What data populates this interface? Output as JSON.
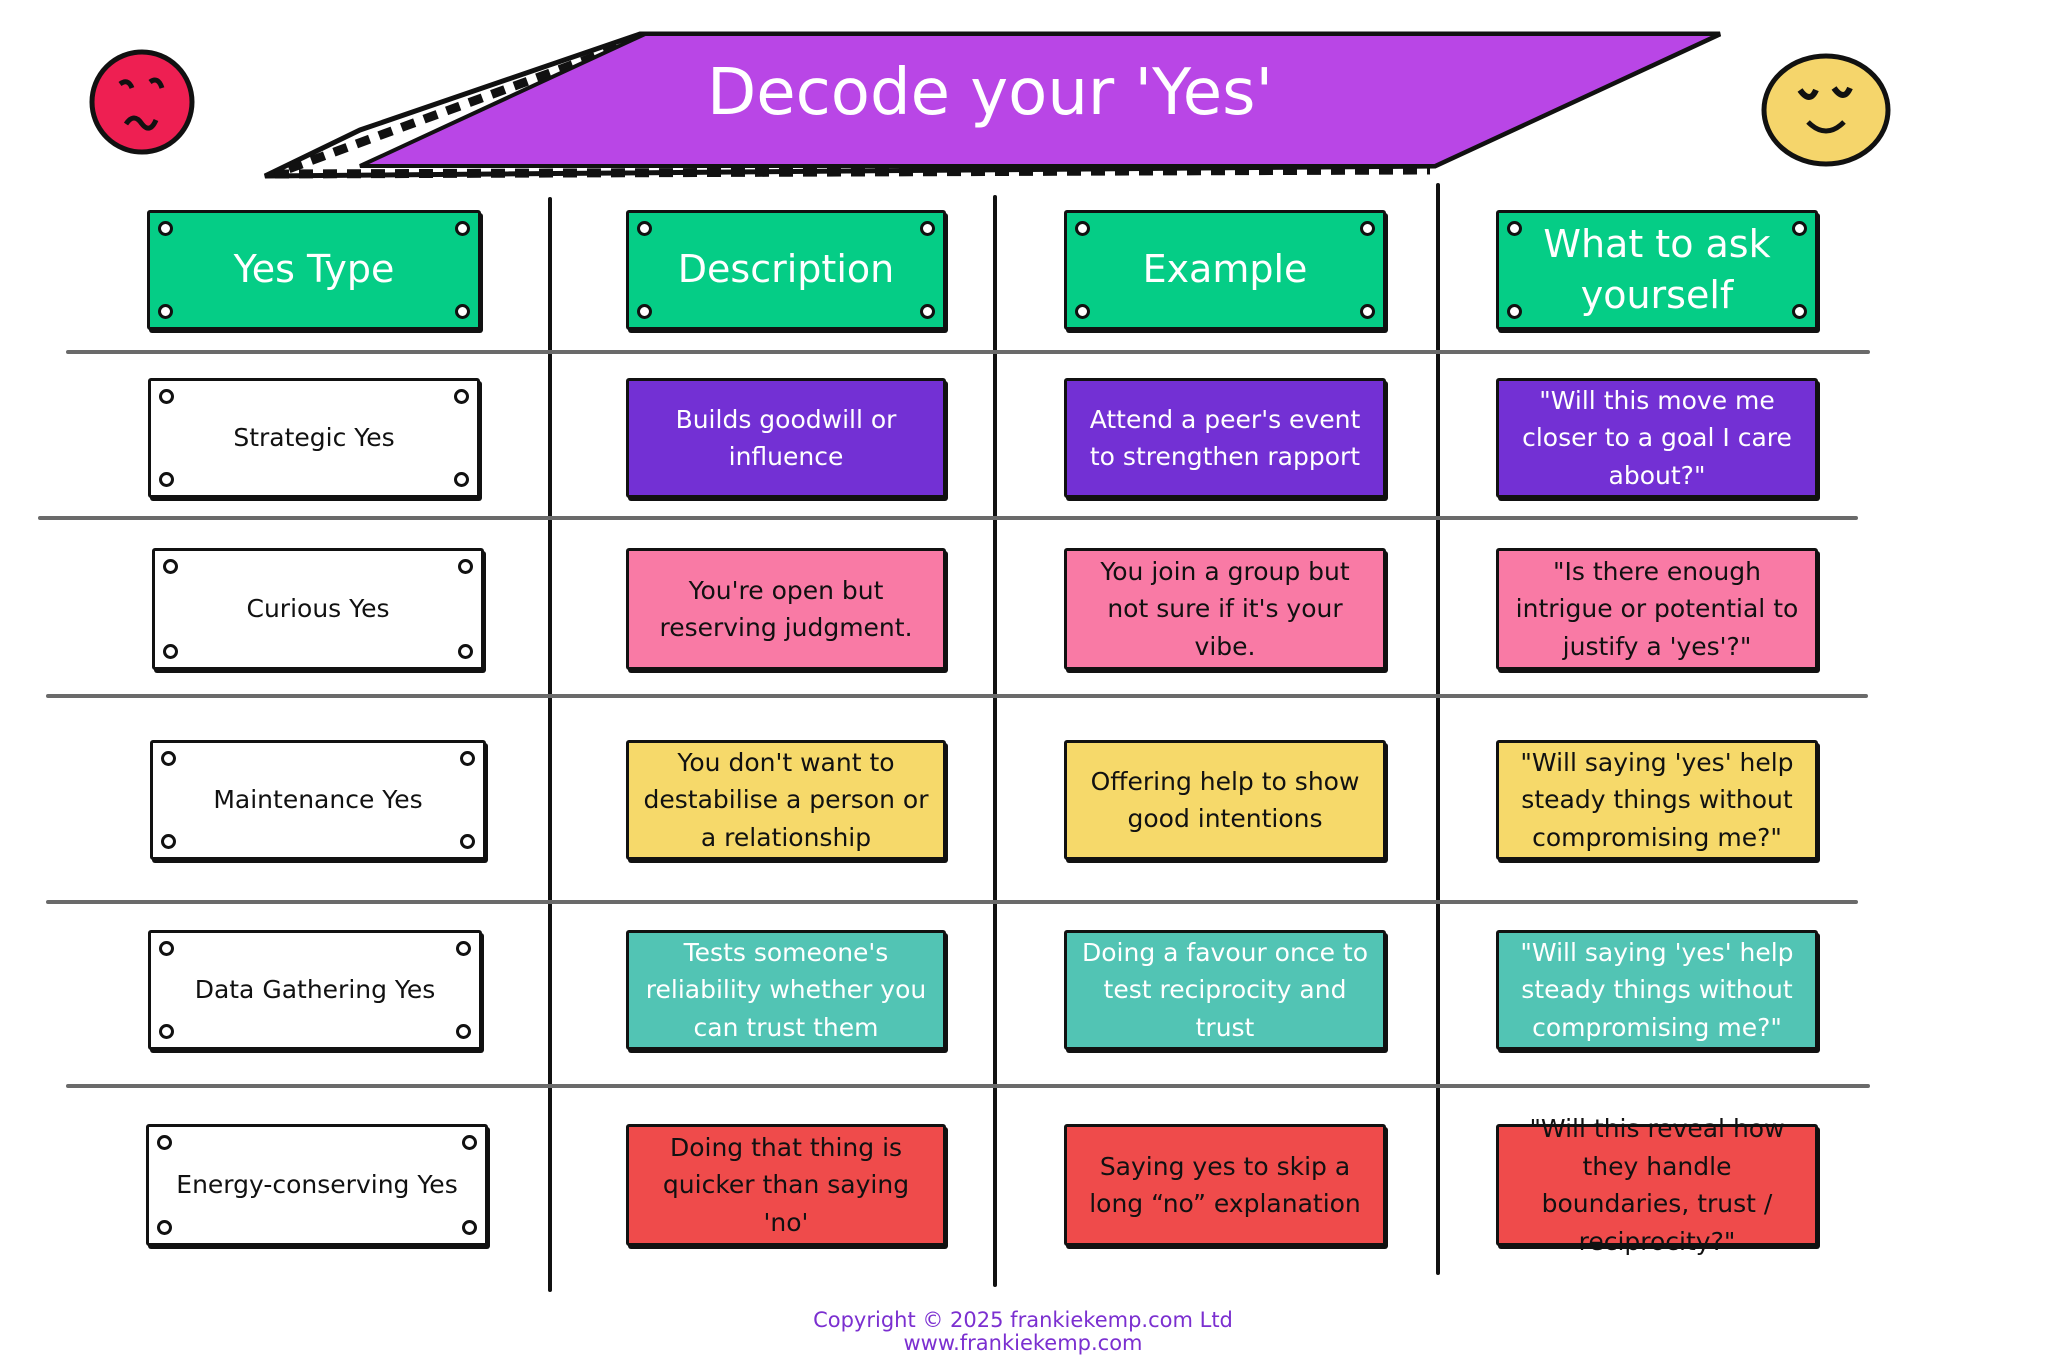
{
  "title": "Decode your 'Yes'",
  "colors": {
    "title_bg": "#b946e6",
    "header_bg": "#05cd86",
    "row_colors": [
      "#7330d4",
      "#f97aa5",
      "#f6d96a",
      "#52c4b4",
      "#ef4b4b"
    ],
    "row_text": [
      "#ffffff",
      "#111111",
      "#111111",
      "#ffffff",
      "#111111"
    ],
    "footer": "#7b2fd0"
  },
  "icons": {
    "left": "frowning-face-icon",
    "right": "smiling-face-icon"
  },
  "headers": [
    "Yes Type",
    "Description",
    "Example",
    "What to ask yourself"
  ],
  "rows": [
    [
      "Strategic Yes",
      "Builds goodwill or influence",
      "Attend a peer's event to strengthen rapport",
      "\"Will this move me closer to a goal I care about?\""
    ],
    [
      "Curious Yes",
      "You're open but reserving judgment.",
      "You join a group but not sure if it's your vibe.",
      "\"Is there enough intrigue or potential to justify a 'yes'?\""
    ],
    [
      "Maintenance Yes",
      "You don't want to destabilise a person or a relationship",
      "Offering help to show good intentions",
      "\"Will saying 'yes' help steady things without compromising me?\""
    ],
    [
      "Data Gathering Yes",
      "Tests someone's reliability whether you can trust them",
      "Doing a favour once to test reciprocity and trust",
      "\"Will saying 'yes' help steady things without compromising me?\""
    ],
    [
      "Energy-conserving Yes",
      "Doing that thing is quicker than saying 'no'",
      "Saying yes to skip a long “no” explanation",
      "\"Will this reveal how they handle boundaries, trust / reciprocity?\""
    ]
  ],
  "footer": {
    "copyright": "Copyright © 2025 frankiekemp.com Ltd",
    "url": "www.frankiekemp.com"
  }
}
